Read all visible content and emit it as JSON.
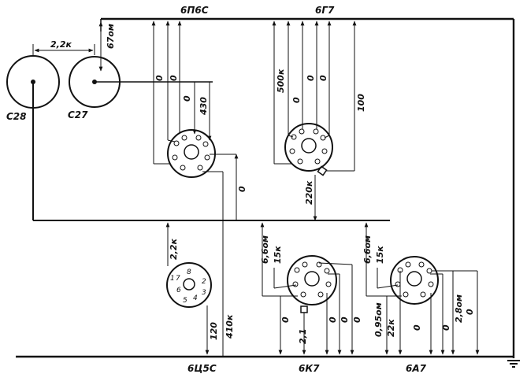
{
  "tubes": {
    "t1": "6П6С",
    "t2": "6Г7",
    "t3": "6Ц5С",
    "t4": "6К7",
    "t5": "6А7"
  },
  "caps": {
    "c28": "C28",
    "c27": "C27",
    "spacing": "2,2к",
    "c27_res": "67ом"
  },
  "labels": {
    "l6p_a": "0",
    "l6p_b": "0",
    "l6p_c": "0",
    "l6p_d": "430",
    "l6p_e": "0",
    "l6g_a": "500к",
    "l6g_b": "0",
    "l6g_c": "0",
    "l6g_d": "0",
    "l6g_e": "100",
    "l6g_f": "220к",
    "l6c_a": "2,2к",
    "l6c_b": "120",
    "l6c_c": "410к",
    "l6k_a": "6,6ом",
    "l6k_b": "15к",
    "l6k_c": "0",
    "l6k_d": "2,1",
    "l6k_e": "0",
    "l6k_f": "0",
    "l6k_g": "0",
    "l6a_a": "6,6ом",
    "l6a_b": "15к",
    "l6a_c": "0,95ом",
    "l6a_d": "22к",
    "l6a_e": "0",
    "l6a_f": "0",
    "l6a_g": "2,8ом",
    "l6a_h": "0"
  },
  "pins6c": {
    "p1": "1",
    "p2": "2",
    "p3": "3",
    "p4": "4",
    "p5": "5",
    "p6": "6",
    "p7": "7",
    "p8": "8"
  }
}
